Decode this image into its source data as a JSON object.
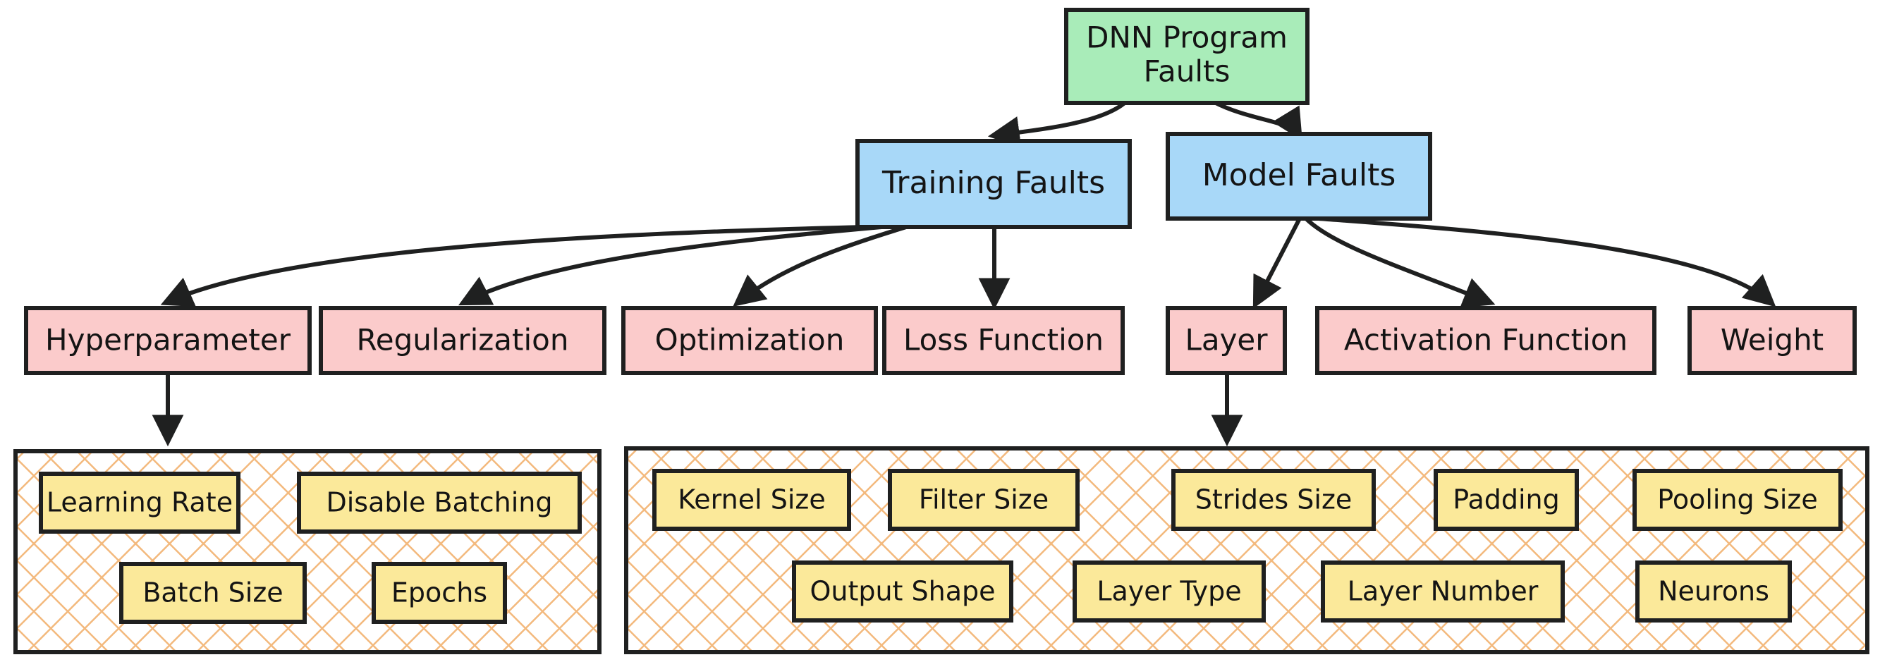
{
  "diagram": {
    "title": "DNN Program Faults taxonomy",
    "type": "tree-diagram",
    "colors": {
      "root_fill": "#a9ecb9",
      "level2_fill": "#a8d8f8",
      "level3_fill": "#fbcbcb",
      "leaf_fill": "#fbe99a",
      "cluster_hatch": "#f3b97d",
      "cluster_fill": "#ffffff",
      "stroke": "#1f2020",
      "text": "#141414",
      "background": "#ffffff"
    },
    "root": {
      "label": "DNN Program Faults",
      "line1": "DNN Program",
      "line2": "Faults"
    },
    "level2": [
      {
        "id": "training-faults",
        "label": "Training Faults"
      },
      {
        "id": "model-faults",
        "label": "Model Faults"
      }
    ],
    "level3": [
      {
        "id": "hyperparameter",
        "label": "Hyperparameter",
        "parent": "training-faults"
      },
      {
        "id": "regularization",
        "label": "Regularization",
        "parent": "training-faults"
      },
      {
        "id": "optimization",
        "label": "Optimization",
        "parent": "training-faults"
      },
      {
        "id": "loss-function",
        "label": "Loss Function",
        "parent": "training-faults"
      },
      {
        "id": "layer",
        "label": "Layer",
        "parent": "model-faults"
      },
      {
        "id": "activation-function",
        "label": "Activation Function",
        "parent": "model-faults"
      },
      {
        "id": "weight",
        "label": "Weight",
        "parent": "model-faults"
      }
    ],
    "clusters": [
      {
        "id": "hyperparameter-cluster",
        "parent": "hyperparameter",
        "leaves": [
          {
            "id": "learning-rate",
            "label": "Learning Rate"
          },
          {
            "id": "disable-batching",
            "label": "Disable Batching"
          },
          {
            "id": "batch-size",
            "label": "Batch Size"
          },
          {
            "id": "epochs",
            "label": "Epochs"
          }
        ]
      },
      {
        "id": "layer-cluster",
        "parent": "layer",
        "leaves": [
          {
            "id": "kernel-size",
            "label": "Kernel Size"
          },
          {
            "id": "filter-size",
            "label": "Filter Size"
          },
          {
            "id": "strides-size",
            "label": "Strides Size"
          },
          {
            "id": "padding",
            "label": "Padding"
          },
          {
            "id": "pooling-size",
            "label": "Pooling Size"
          },
          {
            "id": "output-shape",
            "label": "Output Shape"
          },
          {
            "id": "layer-type",
            "label": "Layer Type"
          },
          {
            "id": "layer-number",
            "label": "Layer Number"
          },
          {
            "id": "neurons",
            "label": "Neurons"
          }
        ]
      }
    ]
  }
}
